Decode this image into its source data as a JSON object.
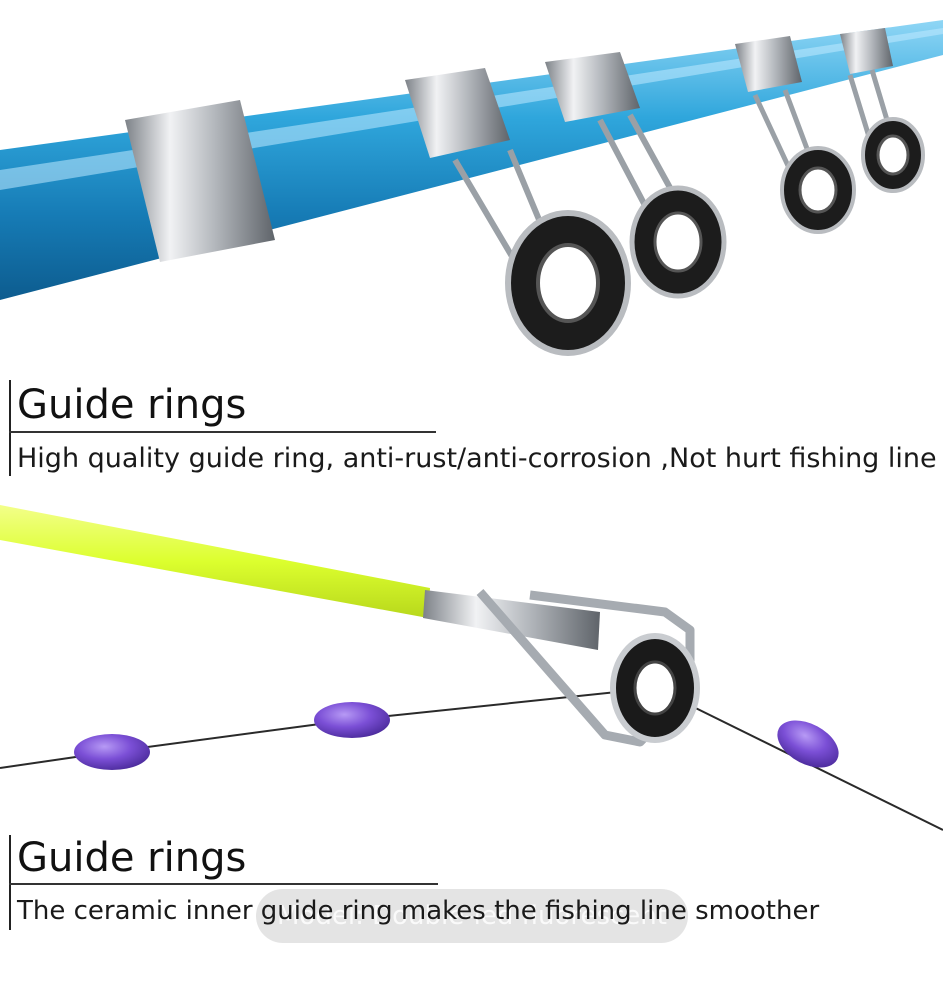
{
  "section1": {
    "title": "Guide rings",
    "description": "High quality guide ring, anti-rust/anti-corrosion ,Not hurt fishing line"
  },
  "section2": {
    "title": "Guide rings",
    "description": "The ceramic inner guide ring makes the fishing line smoother"
  },
  "overlay": {
    "text": "Model: Double-led fluorescent"
  },
  "colors": {
    "rod_blue": "#1f8fc9",
    "rod_tip_yellow": "#e4ff3a",
    "float_purple": "#7b4fd6",
    "ring_metal": "#c9ccd0"
  }
}
